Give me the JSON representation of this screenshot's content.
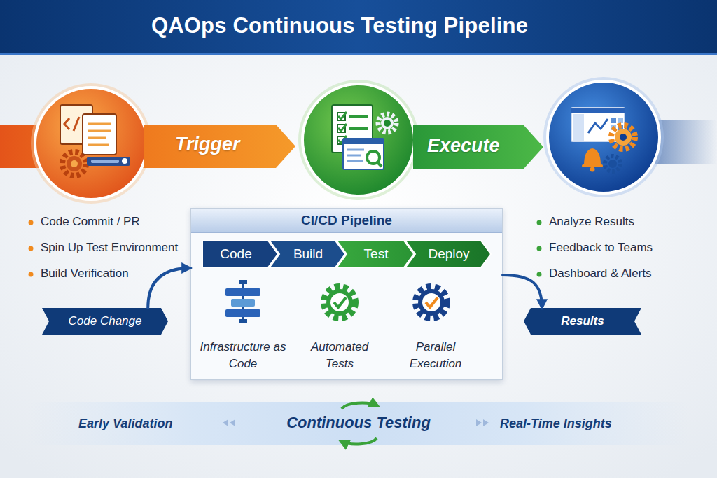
{
  "diagram": {
    "title": "QAOps Continuous Testing Pipeline",
    "nodes": [
      {
        "text": [
          "Trigger"
        ]
      },
      {
        "text": [
          "Execute"
        ]
      },
      {
        "text": [
          "Code Change"
        ]
      },
      {
        "text": [
          "CI/CD Pipeline"
        ]
      },
      {
        "text": [
          "Code"
        ],
        "in": 3
      },
      {
        "text": [
          "Build"
        ],
        "in": 3
      },
      {
        "text": [
          "Test"
        ],
        "in": 3
      },
      {
        "text": [
          "Deploy"
        ],
        "in": 3
      },
      {
        "text": [
          "Results"
        ]
      },
      {
        "text": [
          "Early Validation",
          "Continuous Testing",
          "Real-Time Insights"
        ]
      }
    ],
    "edges": [
      {
        "from": 2,
        "to": 3,
        "arrow": "to"
      },
      {
        "from": 3,
        "to": 8,
        "arrow": "to"
      }
    ],
    "labels": [
      "Code Commit / PR",
      "Spin Up Test Environment",
      "Build Verification",
      "Infrastructure as Code",
      "Automated Tests",
      "Parallel Execution",
      "Analyze Results",
      "Feedback to Teams",
      "Dashboard & Alerts"
    ]
  }
}
